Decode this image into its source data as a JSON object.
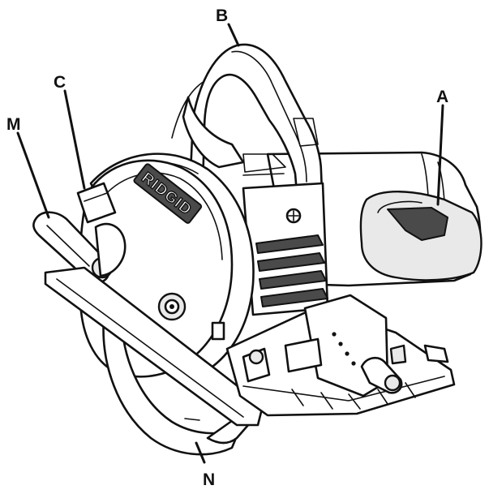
{
  "brand": "RIDGID",
  "labels": {
    "a": "A",
    "b": "B",
    "c": "C",
    "m": "M",
    "n": "N"
  }
}
